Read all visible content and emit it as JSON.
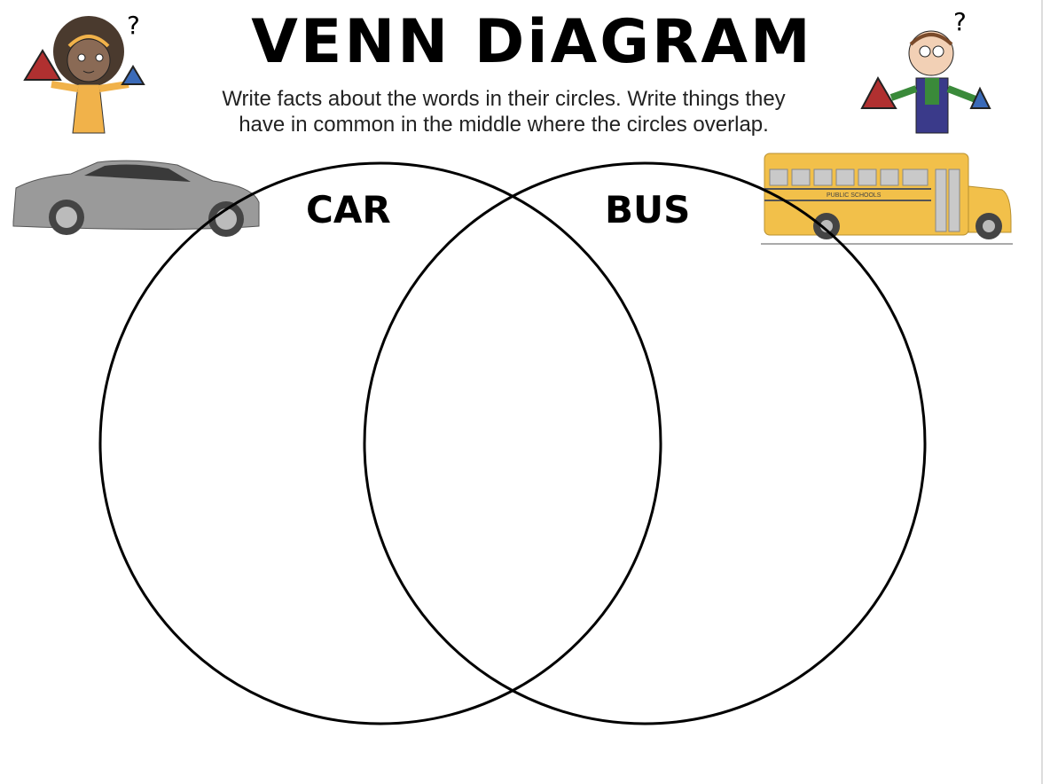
{
  "title": "VENN DiAGRAM",
  "instructions": {
    "line1": "Write facts about the words in their circles. Write things they",
    "line2": "have in common in the middle where the circles overlap."
  },
  "circles": {
    "left_label": "CAR",
    "right_label": "BUS"
  },
  "bus_sign": "PUBLIC SCHOOLS",
  "colors": {
    "red_triangle": "#b03030",
    "blue_triangle": "#3a6ab8",
    "bus_yellow": "#f2c04a",
    "girl_dress": "#f1b24a"
  }
}
